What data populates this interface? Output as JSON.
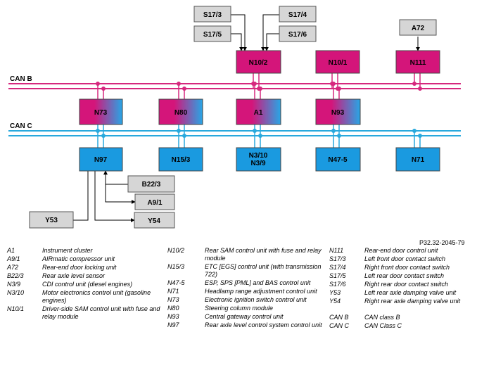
{
  "diagram": {
    "bus_labels": {
      "can_b": "CAN B",
      "can_c": "CAN C"
    },
    "colors": {
      "can_b_line": "#d6287e",
      "can_c_line": "#29a9dd",
      "magenta_node": "#d4157a",
      "blue_node": "#1a9ae0",
      "gray_node": "#d6d6d6"
    },
    "reference": "P32.32-2045-79",
    "nodes": {
      "s17_3": "S17/3",
      "s17_4": "S17/4",
      "s17_5": "S17/5",
      "s17_6": "S17/6",
      "a72": "A72",
      "n10_2": "N10/2",
      "n10_1": "N10/1",
      "n111": "N111",
      "n73": "N73",
      "n80": "N80",
      "a1": "A1",
      "n93": "N93",
      "n97": "N97",
      "n15_3": "N15/3",
      "n3_10": "N3/10",
      "n3_9": "N3/9",
      "n47_5": "N47-5",
      "n71": "N71",
      "b22_3": "B22/3",
      "a9_1": "A9/1",
      "y53": "Y53",
      "y54": "Y54"
    }
  },
  "legend": {
    "col1": [
      {
        "code": "A1",
        "desc": "Instrument cluster"
      },
      {
        "code": "A9/1",
        "desc": "AIRmatic compressor unit"
      },
      {
        "code": "A72",
        "desc": "Rear-end door locking unit"
      },
      {
        "code": "B22/3",
        "desc": "Rear axle level sensor"
      },
      {
        "code": "N3/9",
        "desc": "CDI control unit (diesel engines)"
      },
      {
        "code": "N3/10",
        "desc": "Motor electronics control unit (gasoline engines)"
      },
      {
        "code": "N10/1",
        "desc": "Driver-side SAM control unit with fuse and relay module"
      }
    ],
    "col2": [
      {
        "code": "N10/2",
        "desc": "Rear SAM control unit with fuse and relay module"
      },
      {
        "code": "N15/3",
        "desc": "ETC [EGS] control unit (with transmission 722)"
      },
      {
        "code": "N47-5",
        "desc": "ESP, SPS [PML] and BAS control unit"
      },
      {
        "code": "N71",
        "desc": "Headlamp range adjustment control unit"
      },
      {
        "code": "N73",
        "desc": "Electronic ignition switch control unit"
      },
      {
        "code": "N80",
        "desc": "Steering column module"
      },
      {
        "code": "N93",
        "desc": "Central gateway control unit"
      },
      {
        "code": "N97",
        "desc": "Rear axle level control system control unit"
      }
    ],
    "col3": [
      {
        "code": "N111",
        "desc": "Rear-end door control unit"
      },
      {
        "code": "S17/3",
        "desc": "Left front door contact switch"
      },
      {
        "code": "S17/4",
        "desc": "Right front door contact switch"
      },
      {
        "code": "S17/5",
        "desc": "Left rear door contact switch"
      },
      {
        "code": "S17/6",
        "desc": "Right rear door contact switch"
      },
      {
        "code": "Y53",
        "desc": "Left rear axle damping valve unit"
      },
      {
        "code": "Y54",
        "desc": "Right rear axle damping valve unit"
      }
    ],
    "col3_bus": [
      {
        "code": "CAN B",
        "desc": "CAN class B"
      },
      {
        "code": "CAN C",
        "desc": "CAN Class C"
      }
    ]
  }
}
